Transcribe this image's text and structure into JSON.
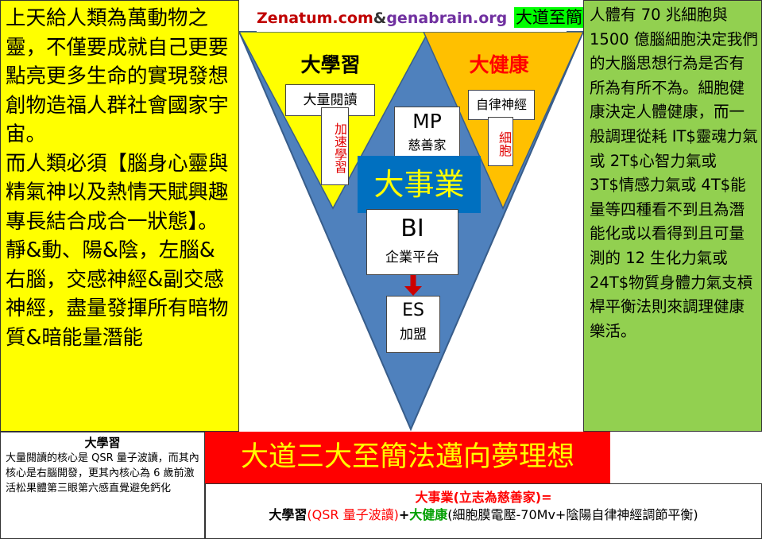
{
  "left_panel": {
    "paragraphs": [
      "上天給人類為萬動物之靈，不僅要成就自己更要點亮更多生命的實現發想創物造福人群社會國家宇宙。",
      "而人類必須【腦身心靈與精氣神以及熱情天賦興趣專長結合成合一狀態】。",
      "靜&動、陽&陰，左腦&右腦，交感神經&副交感神經，盡量發揮所有暗物質&暗能量潛能"
    ]
  },
  "right_panel": {
    "text": "人體有 70 兆細胞與 1500 億腦細胞決定我們的大腦思想行為是否有所為有所不為。細胞健康決定人體健康，而一般調理從耗 IT$靈魂力氣或 2T$心智力氣或 3T$情感力氣或 4T$能量等四種看不到且為潛能化或以看得到且可量測的 12 生化力氣或 24T$物質身體力氣支槓桿平衡法則來調理健康樂活。"
  },
  "header": {
    "site_a": "Zenatum.com",
    "amp": "&",
    "site_b": "genabrain.org",
    "badge": "大道至簡"
  },
  "diagram": {
    "left_title": "大學習",
    "left_box": "大量閱讀",
    "left_vertical": "加速學習",
    "right_title": "大健康",
    "right_box": "自律神經",
    "right_vertical": "細胞",
    "mp_title": "MP",
    "mp_sub": "慈善家",
    "center_banner": "大事業",
    "bi_title": "BI",
    "bi_sub": "企業平台",
    "es_title": "ES",
    "es_sub": "加盟"
  },
  "bottom_left": {
    "title": "大學習",
    "text": "大量閱讀的核心是 QSR 量子波讀，而其內核心是右腦開發，更其內核心為 6 歲前激活松果體第三眼第六感直覺避免鈣化"
  },
  "bottom_banner": "大道三大至簡法邁向夢理想",
  "bottom_right": {
    "line1": "大事業(立志為慈善家)=",
    "p1": "大學習",
    "p2": "(QSR 量子波讀)",
    "p3": "+",
    "p4": "大健康",
    "p5": "(細胞膜電壓-70Mv+陰陽自律神經調節平衡)"
  },
  "colors": {
    "left_panel": "#ffff00",
    "right_panel": "#92d050",
    "triangle_blue": "#4f81bd",
    "left_triangle": "#ffff00",
    "right_triangle": "#ffc000",
    "center_banner": "#0070c0",
    "banner_red": "#ff0000",
    "badge_green": "#00ff00"
  }
}
